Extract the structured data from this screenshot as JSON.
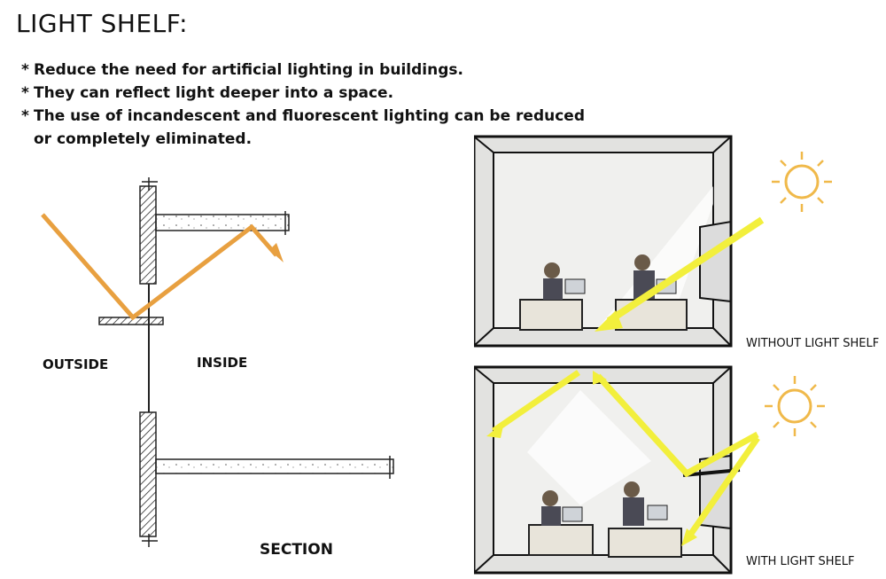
{
  "title": "LIGHT SHELF:",
  "bullets": [
    {
      "star": "*",
      "text": "Reduce the need for artificial lighting in buildings.",
      "cont": ""
    },
    {
      "star": "*",
      "text": "They can reflect light deeper into a space.",
      "cont": ""
    },
    {
      "star": "*",
      "text": "The use of incandescent and fluorescent lighting can be reduced",
      "cont": "or completely eliminated."
    }
  ],
  "section_labels": {
    "outside": "OUTSIDE",
    "inside": "INSIDE",
    "section": "SECTION"
  },
  "panels": {
    "without": "WITHOUT LIGHT SHELF",
    "with": "WITH LIGHT SHELF"
  },
  "colors": {
    "sunbeam": "#f2ef3c",
    "sun": "#f0b94a",
    "ray_orange": "#e8a040",
    "room_wall": "#d6d6d4",
    "hatch": "#222222"
  },
  "icons": [
    "sun-icon",
    "sun-icon",
    "person-at-desk-icon"
  ]
}
